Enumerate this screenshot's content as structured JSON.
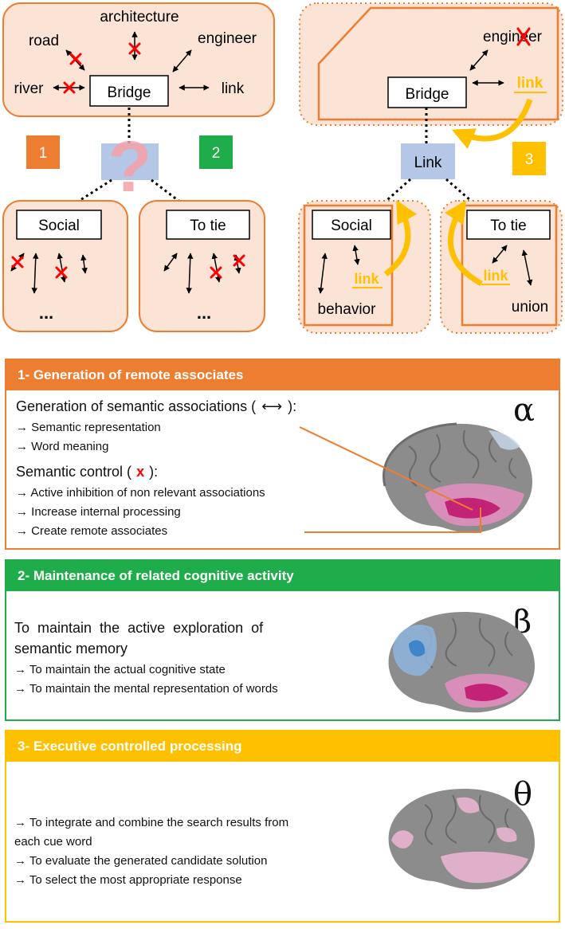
{
  "top": {
    "left_cluster": {
      "center": "Bridge",
      "words": [
        "architecture",
        "road",
        "engineer",
        "river",
        "link"
      ],
      "branches": [
        "Social",
        "To tie"
      ],
      "ellipses": [
        "...",
        "..."
      ]
    },
    "question_mark": "?",
    "badges": [
      "1",
      "2",
      "3"
    ],
    "right_cluster": {
      "center": "Bridge",
      "link_node": "Link",
      "words": {
        "engineer": "engineer",
        "link": "link",
        "behavior": "behavior",
        "union": "union"
      },
      "branches": [
        "Social",
        "To tie"
      ]
    }
  },
  "panels": {
    "p1": {
      "title": "1- Generation of remote associates",
      "sub1": "Generation of semantic associations (",
      "sub1_end": "):",
      "bullets1": [
        "→ Semantic representation",
        "→ Word meaning"
      ],
      "sub2": "Semantic control (",
      "sub2_end": "):",
      "bullets2": [
        "→ Active inhibition of non relevant associations",
        "→ Increase internal processing",
        "→ Create remote associates"
      ],
      "greek": "α"
    },
    "p2": {
      "title": "2- Maintenance of related cognitive activity",
      "sub_line1": "To  maintain  the  active  exploration  of",
      "sub_line2": "semantic memory",
      "bullets": [
        "→ To maintain the actual cognitive state",
        "→ To maintain the mental representation of words"
      ],
      "greek": "β"
    },
    "p3": {
      "title": "3- Executive controlled processing",
      "bullets": [
        "→ To integrate and combine the search results from",
        "each cue word",
        "→ To evaluate the generated candidate solution",
        "→ To select the most appropriate response"
      ],
      "greek": "θ"
    }
  },
  "colors": {
    "orange": "#ED7D31",
    "green": "#1FAD4B",
    "gold": "#FFC000",
    "peach": "#FBE3D6",
    "lightblue": "#B4C7E7",
    "red": "#FF0000",
    "qmark": "#F4A0A8"
  }
}
